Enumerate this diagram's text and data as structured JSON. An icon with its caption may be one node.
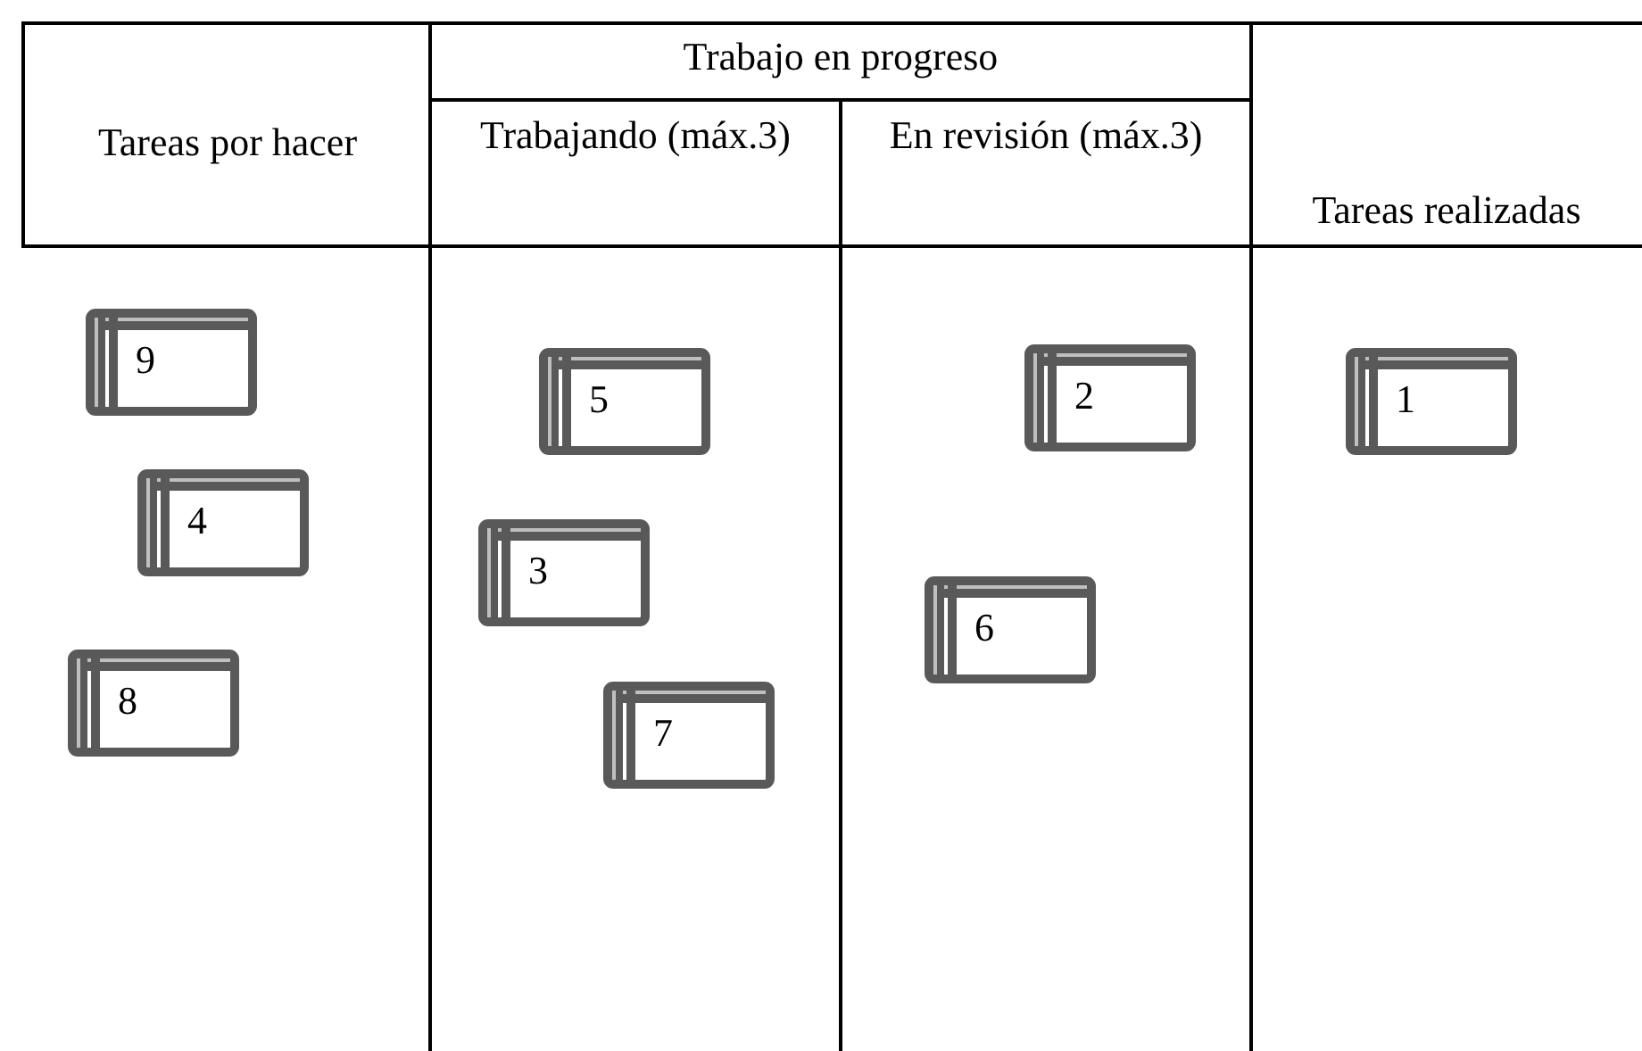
{
  "diagram": {
    "nodes": [
      {
        "text": [
          "9"
        ]
      },
      {
        "text": [
          "4"
        ]
      },
      {
        "text": [
          "8"
        ]
      },
      {
        "text": [
          "5"
        ]
      },
      {
        "text": [
          "3"
        ]
      },
      {
        "text": [
          "7"
        ]
      },
      {
        "text": [
          "2"
        ]
      },
      {
        "text": [
          "6"
        ]
      },
      {
        "text": [
          "1"
        ]
      }
    ],
    "labels": [
      "Trabajo en progreso",
      "Tareas por hacer",
      "Trabajando (máx.3)",
      "En revisión (máx.3)",
      "Tareas realizadas"
    ]
  }
}
